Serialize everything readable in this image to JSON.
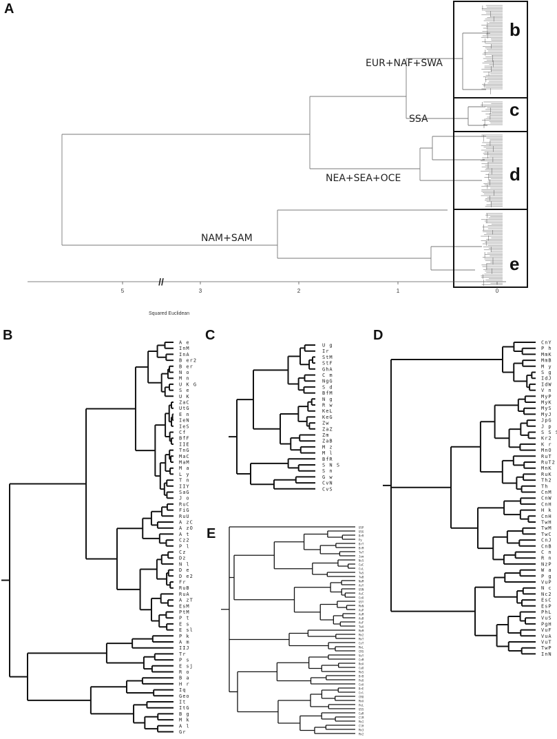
{
  "panels": {
    "A": {
      "letter": "A"
    },
    "B": {
      "letter": "B"
    },
    "C": {
      "letter": "C"
    },
    "D": {
      "letter": "D"
    },
    "E": {
      "letter": "E"
    }
  },
  "main_tree": {
    "clades": {
      "eur": "EUR+NAF+SWA",
      "ssa": "SSA",
      "nea": "NEA+SEA+OCE",
      "nam": "NAM+SAM"
    },
    "boxes": {
      "b": "b",
      "c": "c",
      "d": "d",
      "e": "e"
    },
    "axis": {
      "ticks": [
        "5",
        "3",
        "2",
        "1",
        "0"
      ],
      "break_symbol": "//",
      "label": "Squared Euclidean"
    }
  },
  "leaves_B": [
    "A e",
    "InM",
    "InA",
    "B er2",
    "B er",
    "N o",
    "M n",
    "U K G",
    "S e",
    "U K",
    "ZaC",
    "UtG",
    "E n",
    "IeN",
    "IeS",
    "Cf",
    "BfF",
    "IIE",
    "TnG",
    "MaC",
    "MaM",
    "M a",
    "L y",
    "T n",
    "IIY",
    "SaG",
    "J o",
    "RuC",
    "FiG",
    "RuU",
    "A zC",
    "A zO",
    "A t",
    "Cz2",
    "P l",
    "Cz",
    "Dz",
    "N l",
    "D e",
    "D e2",
    "Fr",
    "RuB",
    "RuA",
    "A zT",
    "EsM",
    "PtM",
    "P t",
    "E s",
    "E sl",
    "P k",
    "A m",
    "IIJ",
    "Tr",
    "P s",
    "E sj",
    "R o",
    "B a",
    "H r",
    "Iq",
    "Geo",
    "It",
    "ItG",
    "B g",
    "M k",
    "A l",
    "Gr"
  ],
  "leaves_C": [
    "U g",
    "Ir",
    "StM",
    "StF",
    "GhA",
    "C m",
    "NgG",
    "S d",
    "BfM",
    "N g",
    "R w",
    "KeL",
    "KeG",
    "Zw",
    "ZaZ",
    "Zm",
    "ZaB",
    "M z",
    "M l",
    "BfR",
    "S N S",
    "S n",
    "G w",
    "CvN",
    "CvS"
  ],
  "leaves_D": [
    "CnY",
    "P h",
    "MmK",
    "MmB",
    "M y",
    "S g",
    "IdJ",
    "IdW",
    "V n",
    "MyP",
    "MyK",
    "MyS",
    "MyJ",
    "JpG",
    "J p",
    "S S S",
    "Kr2",
    "K r",
    "MnO",
    "RuT",
    "RuT2",
    "MnK",
    "RuK",
    "Th2",
    "Th",
    "CnM",
    "CnW",
    "CnH",
    "H k",
    "CnH",
    "TwH",
    "TwM",
    "TwC",
    "CnJ",
    "CnB",
    "C n",
    "R n",
    "NzP",
    "W a",
    "P g",
    "VuP",
    "N c",
    "Nc2",
    "EsC",
    "EsP",
    "PhL",
    "VuS",
    "PgH",
    "VuF",
    "VuA",
    "VuT",
    "TwP",
    "InN"
  ],
  "leaves_E": [
    "USP",
    "USG",
    "BrR",
    "Py",
    "BrT",
    "BrM",
    "TwT",
    "Jam",
    "NcS",
    "CaC",
    "CvL",
    "TwS",
    "TwB",
    "NaM",
    "AuY",
    "USN",
    "AuC",
    "CoU",
    "USY",
    "MxN",
    "AuP",
    "AuM",
    "AuB",
    "AuF",
    "TwA",
    "MxM",
    "Mx2",
    "MxT",
    "CoT",
    "MxL",
    "CRS",
    "VeY",
    "CnM",
    "BoA",
    "CaO",
    "MxS",
    "BrB",
    "PeU",
    "CoA",
    "BrE",
    "Cnl",
    "CRO",
    "MxA",
    "PeL",
    "USS",
    "CaR",
    "ClM",
    "MxI",
    "ClH",
    "Mx3",
    "Mx2"
  ]
}
